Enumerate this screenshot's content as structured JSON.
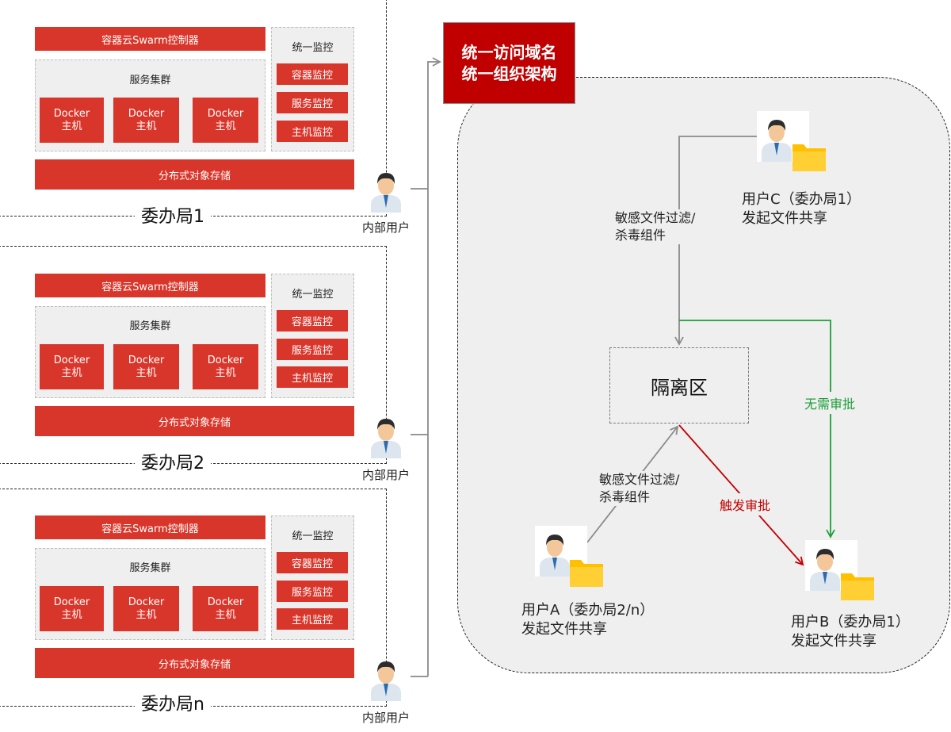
{
  "bureaus": [
    {
      "label": "委办局1",
      "controller": "容器云Swarm控制器",
      "cluster_title": "服务集群",
      "hosts": [
        [
          "Docker",
          "主机"
        ],
        [
          "Docker",
          "主机"
        ],
        [
          "Docker",
          "主机"
        ]
      ],
      "monitor_title": "统一监控",
      "monitors": [
        "容器监控",
        "服务监控",
        "主机监控"
      ],
      "storage": "分布式对象存储",
      "user_label": "内部用户"
    },
    {
      "label": "委办局2",
      "controller": "容器云Swarm控制器",
      "cluster_title": "服务集群",
      "hosts": [
        [
          "Docker",
          "主机"
        ],
        [
          "Docker",
          "主机"
        ],
        [
          "Docker",
          "主机"
        ]
      ],
      "monitor_title": "统一监控",
      "monitors": [
        "容器监控",
        "服务监控",
        "主机监控"
      ],
      "storage": "分布式对象存储",
      "user_label": "内部用户"
    },
    {
      "label": "委办局n",
      "controller": "容器云Swarm控制器",
      "cluster_title": "服务集群",
      "hosts": [
        [
          "Docker",
          "主机"
        ],
        [
          "Docker",
          "主机"
        ],
        [
          "Docker",
          "主机"
        ]
      ],
      "monitor_title": "统一监控",
      "monitors": [
        "容器监控",
        "服务监控",
        "主机监控"
      ],
      "storage": "分布式对象存储",
      "user_label": "内部用户"
    }
  ],
  "domain_box": {
    "line1": "统一访问域名",
    "line2": "统一组织架构"
  },
  "isolation_zone": "隔离区",
  "filter_top": {
    "line1": "敏感文件过滤/",
    "line2": "杀毒组件"
  },
  "filter_bottom": {
    "line1": "敏感文件过滤/",
    "line2": "杀毒组件"
  },
  "user_c": {
    "line1": "用户C（委办局1）",
    "line2": "发起文件共享"
  },
  "user_a": {
    "line1": "用户A（委办局2/n）",
    "line2": "发起文件共享"
  },
  "user_b": {
    "line1": "用户B（委办局1）",
    "line2": "发起文件共享"
  },
  "no_approval": "无需审批",
  "trigger_approval": "触发审批",
  "colors": {
    "red": "#d9362b",
    "dark_red": "#c00000",
    "green": "#1e9e3a",
    "folder": "#ffc000",
    "gray_bg": "#efefef"
  }
}
